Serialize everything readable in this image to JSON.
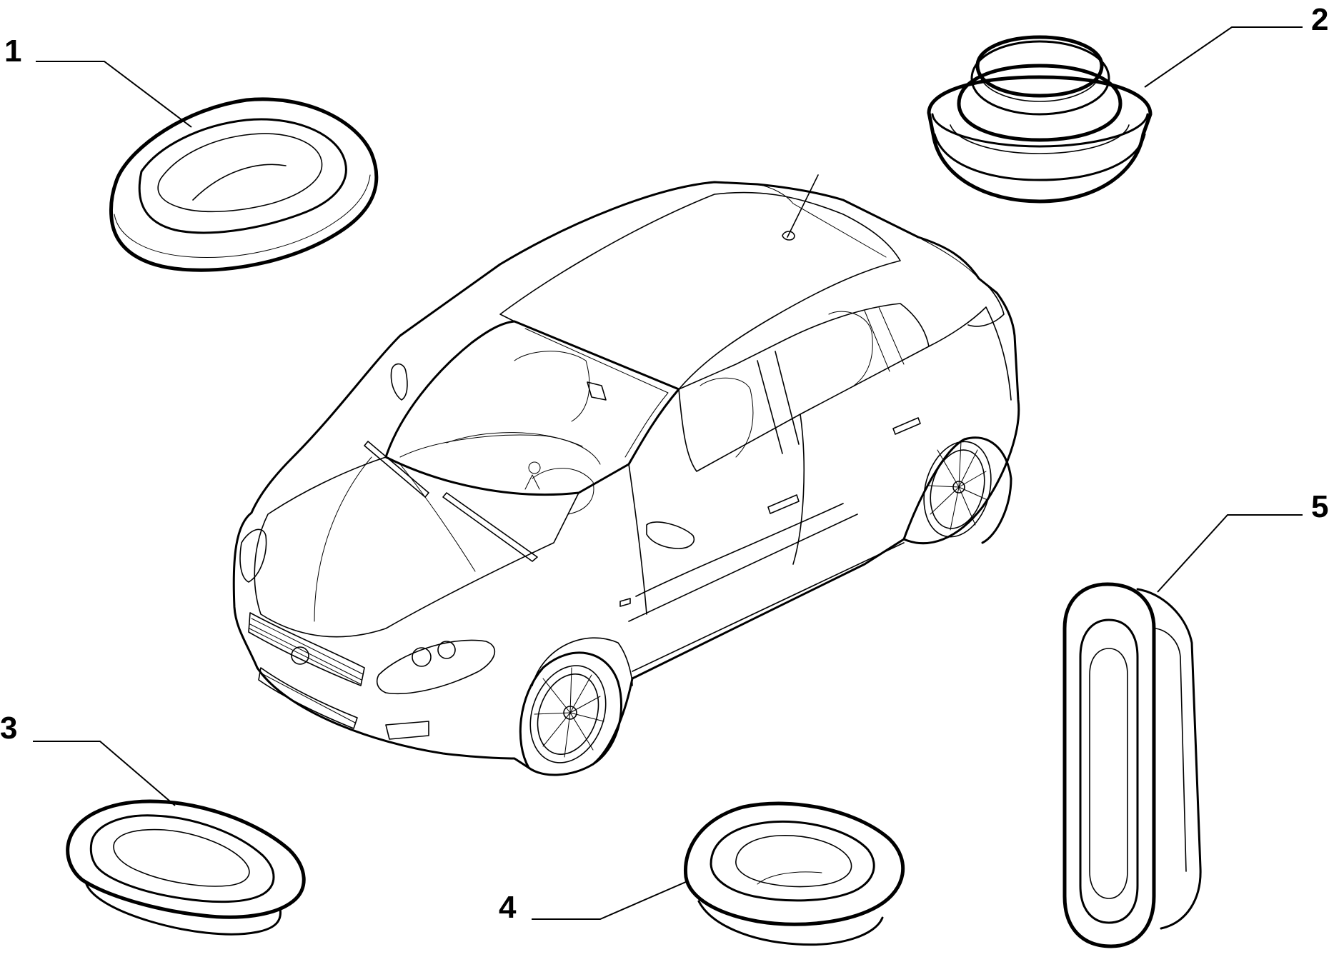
{
  "callouts": [
    {
      "number": "1",
      "part": "grommet-1"
    },
    {
      "number": "2",
      "part": "grommet-2"
    },
    {
      "number": "3",
      "part": "grommet-3"
    },
    {
      "number": "4",
      "part": "grommet-4"
    },
    {
      "number": "5",
      "part": "grommet-5"
    }
  ],
  "colors": {
    "line": "#000000",
    "background": "#ffffff"
  },
  "icons": {
    "vehicle": "hatchback-car-icon"
  }
}
